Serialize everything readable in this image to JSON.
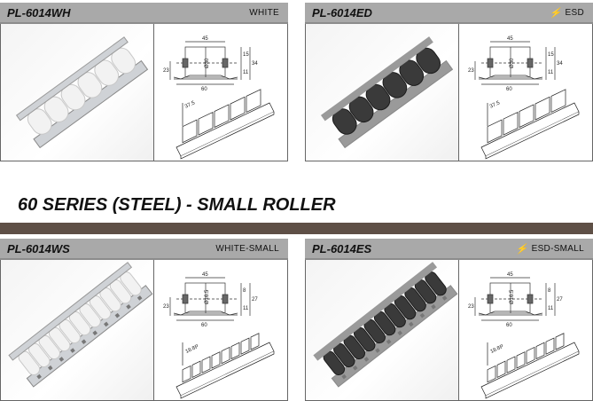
{
  "section_title": "60 SERIES  (STEEL) - SMALL ROLLER",
  "cards": [
    {
      "code": "PL-6014WH",
      "variant": "WHITE",
      "esd": false,
      "dims": {
        "width": "45",
        "height": "23",
        "dia": "Ø30",
        "upper": "15",
        "lower": "11",
        "total": "34",
        "base": "60",
        "pitch": "37.5"
      }
    },
    {
      "code": "PL-6014ED",
      "variant": "ESD",
      "esd": true,
      "esd_icon": "lightning-icon",
      "dims": {
        "width": "45",
        "height": "23",
        "dia": "Ø30",
        "upper": "15",
        "lower": "11",
        "total": "34",
        "base": "60",
        "pitch": "37.5"
      }
    },
    {
      "code": "PL-6014WS",
      "variant": "WHITE-SMALL",
      "esd": false,
      "dims": {
        "width": "45",
        "height": "23",
        "dia": "Ø16.5",
        "upper": "8",
        "lower": "11",
        "total": "27",
        "base": "60",
        "pitch": "18.8P"
      }
    },
    {
      "code": "PL-6014ES",
      "variant": "ESD-SMALL",
      "esd": true,
      "esd_icon": "lightning-icon",
      "dims": {
        "width": "45",
        "height": "23",
        "dia": "Ø16.5",
        "upper": "8",
        "lower": "11",
        "total": "27",
        "base": "60",
        "pitch": "18.8P"
      }
    }
  ],
  "colors": {
    "header_bg": "#a9a9a9",
    "divider_bar": "#5e4f46",
    "esd_icon": "#e02020"
  }
}
